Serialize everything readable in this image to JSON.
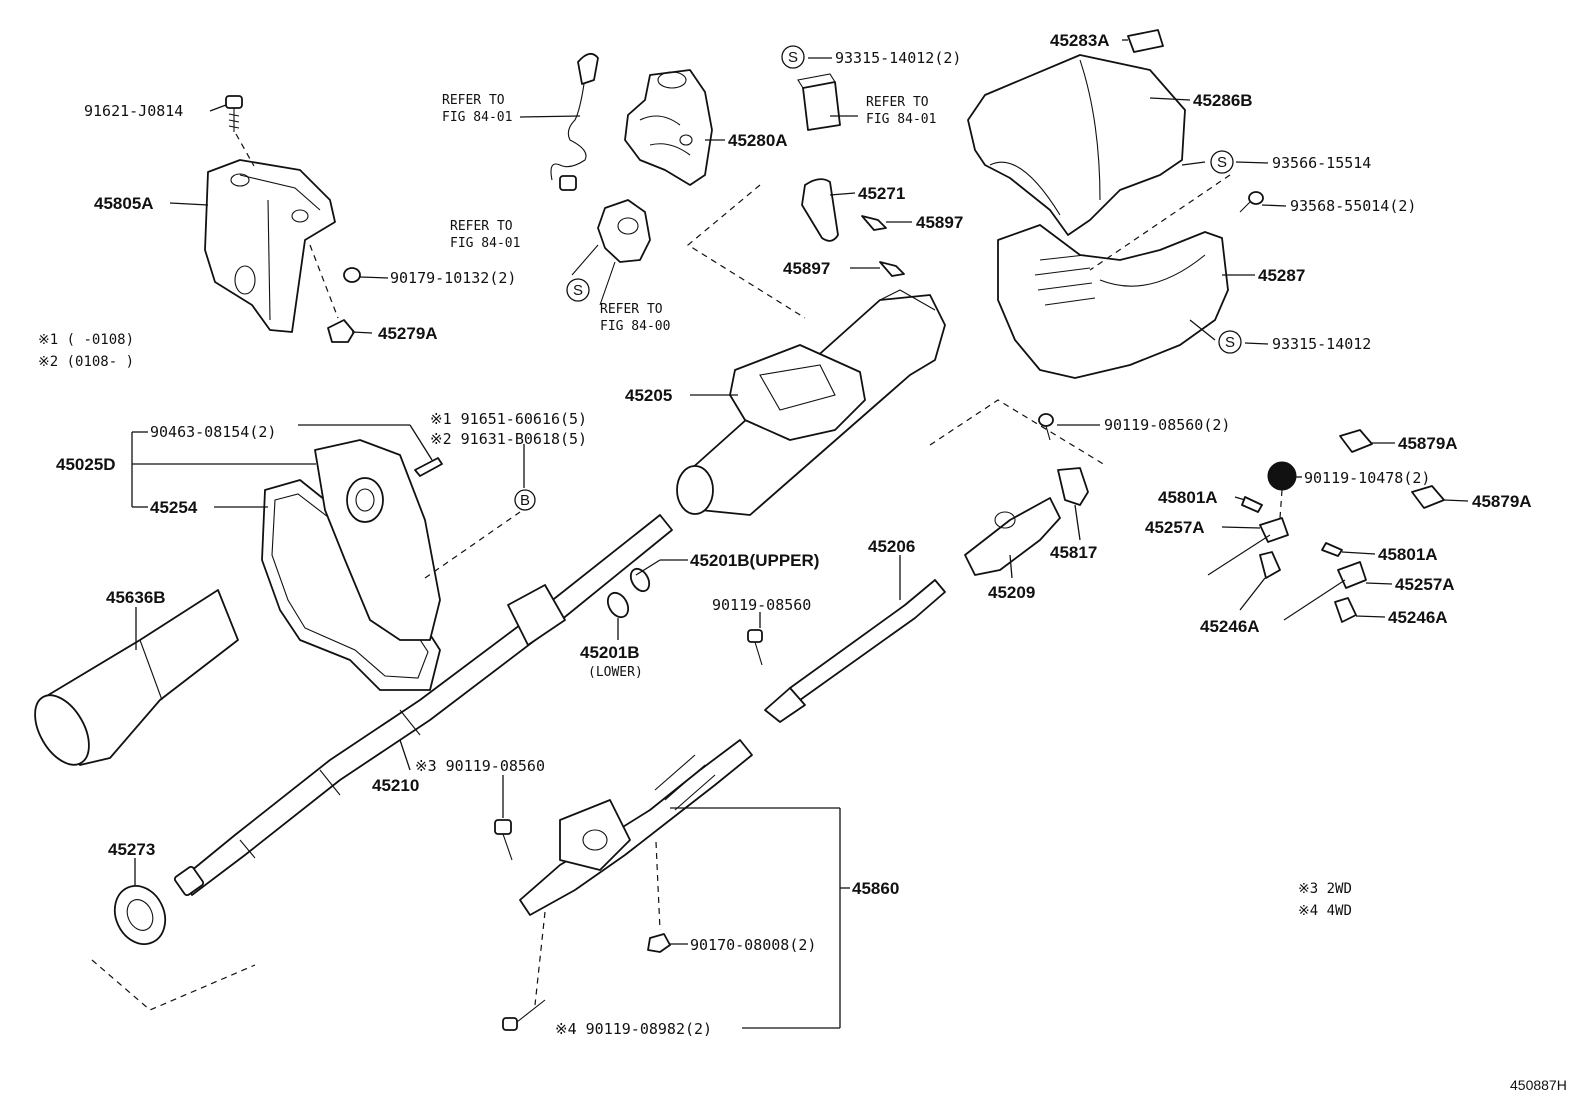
{
  "parts": [
    {
      "key": "p91621",
      "text": "91621-J0814"
    },
    {
      "key": "p45805a",
      "text": "45805A"
    },
    {
      "key": "p90179",
      "text": "90179-10132(2)"
    },
    {
      "key": "p45279a",
      "text": "45279A"
    },
    {
      "key": "p45280a",
      "text": "45280A"
    },
    {
      "key": "p93315a",
      "text": "93315-14012(2)"
    },
    {
      "key": "p45283a",
      "text": "45283A"
    },
    {
      "key": "p45286b",
      "text": "45286B"
    },
    {
      "key": "p93566",
      "text": "93566-15514"
    },
    {
      "key": "p93568",
      "text": "93568-55014(2)"
    },
    {
      "key": "p45287",
      "text": "45287"
    },
    {
      "key": "p93315b",
      "text": "93315-14012"
    },
    {
      "key": "p45271",
      "text": "45271"
    },
    {
      "key": "p45897a",
      "text": "45897"
    },
    {
      "key": "p45897b",
      "text": "45897"
    },
    {
      "key": "p45205",
      "text": "45205"
    },
    {
      "key": "p90463",
      "text": "90463-08154(2)"
    },
    {
      "key": "p45025d",
      "text": "45025D"
    },
    {
      "key": "p45254",
      "text": "45254"
    },
    {
      "key": "p91651",
      "text": "※1 91651-60616(5)"
    },
    {
      "key": "p91631",
      "text": "※2 91631-B0618(5)"
    },
    {
      "key": "p45636b",
      "text": "45636B"
    },
    {
      "key": "p45201u",
      "text": "45201B(UPPER)"
    },
    {
      "key": "p45201l",
      "text": "45201B"
    },
    {
      "key": "p45201lsub",
      "text": "(LOWER)"
    },
    {
      "key": "p45206",
      "text": "45206"
    },
    {
      "key": "p90119a",
      "text": "90119-08560(2)"
    },
    {
      "key": "p45817",
      "text": "45817"
    },
    {
      "key": "p45209",
      "text": "45209"
    },
    {
      "key": "p90119b",
      "text": "90119-08560"
    },
    {
      "key": "p45210",
      "text": "45210"
    },
    {
      "key": "p90119c",
      "text": "※3 90119-08560"
    },
    {
      "key": "p45273",
      "text": "45273"
    },
    {
      "key": "p45860",
      "text": "45860"
    },
    {
      "key": "p90170",
      "text": "90170-08008(2)"
    },
    {
      "key": "p90119d",
      "text": "※4 90119-08982(2)"
    },
    {
      "key": "p45879a1",
      "text": "45879A"
    },
    {
      "key": "p90119e",
      "text": "90119-10478(2)"
    },
    {
      "key": "p45879a2",
      "text": "45879A"
    },
    {
      "key": "p45801a1",
      "text": "45801A"
    },
    {
      "key": "p45257a1",
      "text": "45257A"
    },
    {
      "key": "p45801a2",
      "text": "45801A"
    },
    {
      "key": "p45257a2",
      "text": "45257A"
    },
    {
      "key": "p45246a1",
      "text": "45246A"
    },
    {
      "key": "p45246a2",
      "text": "45246A"
    }
  ],
  "refers": [
    {
      "key": "r1a",
      "text": "REFER TO"
    },
    {
      "key": "r1b",
      "text": "FIG 84-01"
    },
    {
      "key": "r2a",
      "text": "REFER TO"
    },
    {
      "key": "r2b",
      "text": "FIG 84-01"
    },
    {
      "key": "r3a",
      "text": "REFER TO"
    },
    {
      "key": "r3b",
      "text": "FIG 84-01"
    },
    {
      "key": "r4a",
      "text": "REFER TO"
    },
    {
      "key": "r4b",
      "text": "FIG 84-00"
    }
  ],
  "notes": {
    "n1": "※1 (      -0108)",
    "n2": "※2 (0108-        )",
    "n3": "※3   2WD",
    "n4": "※4   4WD"
  },
  "symbols": {
    "s": "S",
    "b": "B"
  },
  "catalog_number": "450887H"
}
